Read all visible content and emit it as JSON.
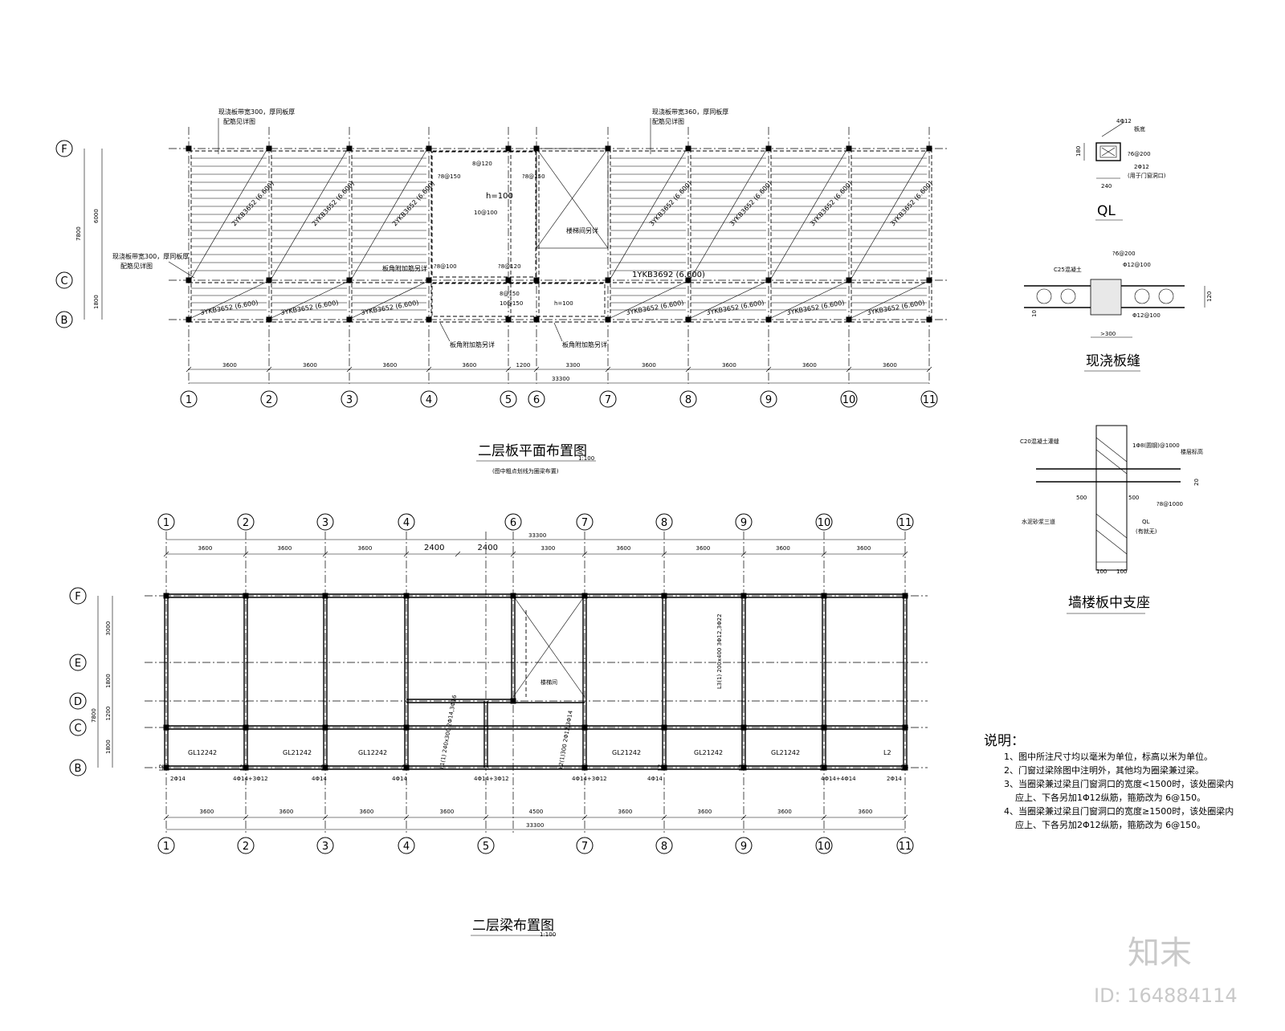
{
  "plan1": {
    "title": "二层板平面布置图",
    "scale": "1:100",
    "subtitle": "(图中粗点划线为圈梁布置)",
    "axes_bottom": [
      "1",
      "2",
      "3",
      "4",
      "5",
      "6",
      "7",
      "8",
      "9",
      "10",
      "11"
    ],
    "axes_left": [
      "F",
      "C",
      "B"
    ],
    "dims_bottom": [
      "3600",
      "3600",
      "3600",
      "3600",
      "1200",
      "3300",
      "3600",
      "3600",
      "3600",
      "3600"
    ],
    "total": "33300",
    "dims_left": [
      "7800",
      "6000",
      "1800"
    ],
    "note_left": "现浇板带宽300，厚同板厚",
    "note_left2": "配筋见详图",
    "note_top1": "现浇板带宽300，厚同板厚",
    "note_top1b": "配筋见详图",
    "note_top2": "现浇板带宽360，厚同板厚",
    "note_top2b": "配筋见详图",
    "corner_bar1": "板角附加筋另详",
    "corner_bar2": "板角附加筋另详",
    "corner_bar3": "板角附加筋另详",
    "stair_note": "楼梯间另详",
    "panel_upper": [
      "2YKB3652 (6.600)",
      "2YKB3652 (6.600)",
      "2YKB3652 (6.600)",
      "3YKB3652 (6.600)",
      "3YKB3652 (6.600)",
      "3YKB3652 (6.600)",
      "3YKB3652 (6.600)"
    ],
    "panel_lower": [
      "3YKB3652 (6.600)",
      "3YKB3652 (6.600)",
      "3YKB3652 (6.600)",
      "3YKB3652 (6.600)",
      "3YKB3652 (6.600)",
      "3YKB3652 (6.600)",
      "3YKB3652 (6.600)"
    ],
    "extra_slab": "1YKB3692 (6.600)",
    "cast_labels": [
      "8@120",
      "?8@150",
      "h=100",
      "10@100",
      "?8@150",
      "?8@120",
      "8@150",
      "10@150",
      "h=100",
      "?8@100"
    ]
  },
  "plan2": {
    "title": "二层梁布置图",
    "scale": "1:100",
    "axes_top": [
      "1",
      "2",
      "3",
      "4",
      "6",
      "7",
      "8",
      "9",
      "10",
      "11"
    ],
    "axes_bottom": [
      "1",
      "2",
      "3",
      "4",
      "5",
      "7",
      "8",
      "9",
      "10",
      "11"
    ],
    "axes_left": [
      "F",
      "E",
      "D",
      "C",
      "B"
    ],
    "dims_top": [
      "3600",
      "3600",
      "3600",
      "2400",
      "2400",
      "3300",
      "3600",
      "3600",
      "3600",
      "3600"
    ],
    "dims_bottom": [
      "3600",
      "3600",
      "3600",
      "3600",
      "4500",
      "3600",
      "3600",
      "3600",
      "3600"
    ],
    "total": "33300",
    "dims_left": [
      "3000",
      "1800",
      "1200",
      "1800",
      "7800"
    ],
    "stair": "楼梯间",
    "beam_labels": [
      "GL12242",
      "GL21242",
      "GL12242",
      "GL21242",
      "GL21242",
      "GL21242",
      "L2"
    ],
    "l2": "L2",
    "bars": [
      "2Φ14",
      "4Φ14+3Φ12",
      "4Φ14",
      "4Φ14",
      "4Φ14+3Φ12",
      "4Φ14+3Φ12",
      "4Φ14",
      "4Φ14+4Φ14",
      "2Φ14"
    ],
    "l1": "L1(1)  240x300  2Φ14,3Φ16",
    "l3": "L3(1) 200x400 3Φ12,3Φ22",
    "l4": "L2(1)300 2Φ12,3Φ14"
  },
  "detail_ql": {
    "title": "QL",
    "labels": [
      "4Φ12",
      "板底",
      "?6@200",
      "2Φ12",
      "(用于门窗洞口)",
      "180",
      "240"
    ]
  },
  "detail_joint": {
    "title": "现浇板缝",
    "labels": [
      "?6@200",
      "C25混凝土",
      "Φ12@100",
      "Φ12@100",
      "120",
      "10",
      ">300"
    ]
  },
  "detail_support": {
    "title": "墙楼板中支座",
    "labels": [
      "C20混凝土灌缝",
      "1Φ8(圆钢)@1000",
      "楼层标高",
      "500",
      "500",
      "?8@1000",
      "水泥砂浆三道",
      "QL",
      "(有就无)",
      "100",
      "100",
      "20"
    ]
  },
  "notes": {
    "heading": "说明：",
    "items": [
      "1、图中所注尺寸均以毫米为单位，标高以米为单位。",
      "2、门窗过梁除图中注明外，其他均为圈梁兼过梁。",
      "3、当圈梁兼过梁且门窗洞口的宽度<1500时，该处圈梁内",
      "应上、下各另加1Φ12纵筋，箍筋改为 6@150。",
      "4、当圈梁兼过梁且门窗洞口的宽度≥1500时，该处圈梁内",
      "应上、下各另加2Φ12纵筋，箍筋改为 6@150。"
    ]
  },
  "watermark": {
    "logo": "知末",
    "id": "ID: 164884114"
  }
}
